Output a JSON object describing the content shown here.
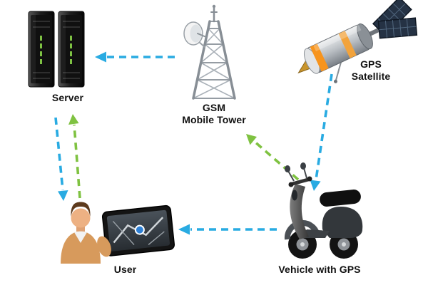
{
  "diagram": {
    "type": "system-architecture",
    "subject": "GPS vehicle tracking system"
  },
  "colors": {
    "blue": "#29abe2",
    "green": "#7fc241",
    "label": "#111111"
  },
  "nodes": {
    "server": {
      "label": "Server"
    },
    "gsm_tower": {
      "label_line1": "GSM",
      "label_line2": "Mobile Tower"
    },
    "gps_satellite": {
      "label_line1": "GPS",
      "label_line2": "Satellite"
    },
    "user": {
      "label": "User"
    },
    "vehicle": {
      "label": "Vehicle with GPS"
    }
  },
  "arrows": [
    {
      "name": "gsm-tower-to-server",
      "from": "gsm_tower",
      "to": "server",
      "color": "blue",
      "style": "dashed"
    },
    {
      "name": "satellite-to-vehicle",
      "from": "gps_satellite",
      "to": "vehicle",
      "color": "blue",
      "style": "dashed"
    },
    {
      "name": "vehicle-to-gsm-tower",
      "from": "vehicle",
      "to": "gsm_tower",
      "color": "green",
      "style": "dashed"
    },
    {
      "name": "vehicle-to-user",
      "from": "vehicle",
      "to": "user",
      "color": "blue",
      "style": "dashed"
    },
    {
      "name": "user-to-server",
      "from": "user",
      "to": "server",
      "color": "green",
      "style": "dashed"
    },
    {
      "name": "server-to-user",
      "from": "server",
      "to": "user",
      "color": "blue",
      "style": "dashed"
    }
  ]
}
